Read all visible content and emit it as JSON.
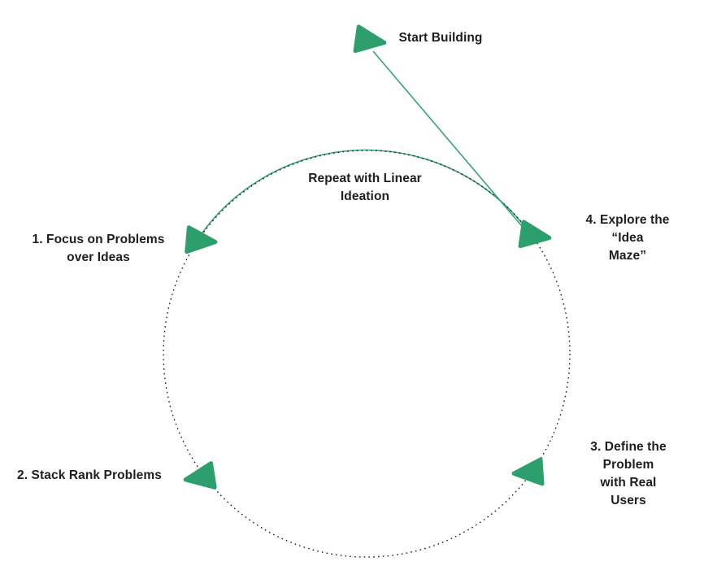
{
  "diagram": {
    "type": "cycle-flow",
    "labels": {
      "start_building": "Start Building",
      "repeat": "Repeat with Linear\nIdeation",
      "step1": "1. Focus on Problems\nover Ideas",
      "step2": "2. Stack Rank Problems",
      "step3": "3. Define the Problem\nwith Real Users",
      "step4": "4. Explore the “Idea\nMaze”"
    },
    "icons": {
      "arrowhead_glyph": "solid-triangle",
      "arrowheads": [
        "arrowhead-start-icon",
        "arrowhead-step1-icon",
        "arrowhead-step2-icon",
        "arrowhead-step3-icon",
        "arrowhead-step4-icon"
      ]
    },
    "colors": {
      "arrow_green": "#2d9f6c",
      "line_green": "#34a574",
      "dotted_stroke": "#1b1b1b",
      "text": "#1e1e1e",
      "background": "#ffffff"
    }
  }
}
